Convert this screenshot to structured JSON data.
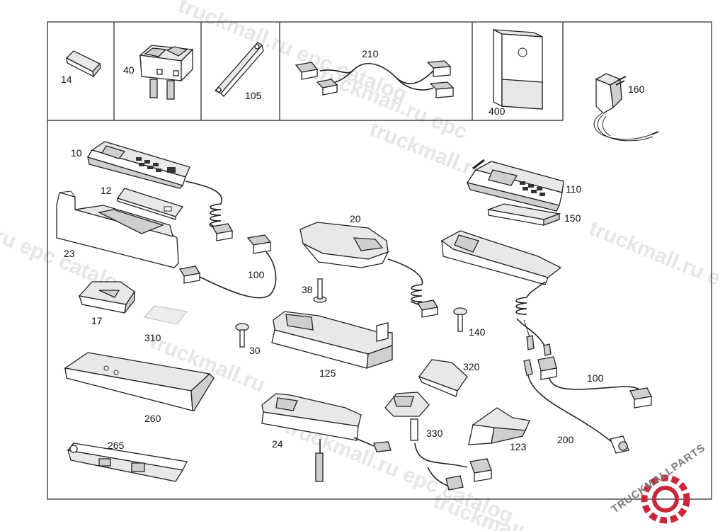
{
  "watermarks": [
    "truckmall.ru epc catalog",
    "truckmall.ru epc",
    "truckmall.ru epc",
    "truckmall.ru e",
    "ru epc catalog",
    "truckmall.ru",
    "truckmall.ru epc catalog",
    "truckmall.ru"
  ],
  "logo": {
    "text": "TRUCKMALLPARTS",
    "color_dark": "#7a7a7a",
    "color_accent": "#c8283c"
  },
  "parts": [
    {
      "id": "p14",
      "label": "14"
    },
    {
      "id": "p40",
      "label": "40"
    },
    {
      "id": "p105",
      "label": "105"
    },
    {
      "id": "p210",
      "label": "210"
    },
    {
      "id": "p400",
      "label": "400"
    },
    {
      "id": "p160",
      "label": "160"
    },
    {
      "id": "p10",
      "label": "10"
    },
    {
      "id": "p12",
      "label": "12"
    },
    {
      "id": "p23",
      "label": "23"
    },
    {
      "id": "p100a",
      "label": "100"
    },
    {
      "id": "p20",
      "label": "20"
    },
    {
      "id": "p110",
      "label": "110"
    },
    {
      "id": "p150",
      "label": "150"
    },
    {
      "id": "p38",
      "label": "38"
    },
    {
      "id": "p17",
      "label": "17"
    },
    {
      "id": "p310",
      "label": "310"
    },
    {
      "id": "p30",
      "label": "30"
    },
    {
      "id": "p125",
      "label": "125"
    },
    {
      "id": "p140",
      "label": "140"
    },
    {
      "id": "p320",
      "label": "320"
    },
    {
      "id": "p100b",
      "label": "100"
    },
    {
      "id": "p260",
      "label": "260"
    },
    {
      "id": "p265",
      "label": "265"
    },
    {
      "id": "p24",
      "label": "24"
    },
    {
      "id": "p330",
      "label": "330"
    },
    {
      "id": "p123",
      "label": "123"
    },
    {
      "id": "p200",
      "label": "200"
    }
  ]
}
